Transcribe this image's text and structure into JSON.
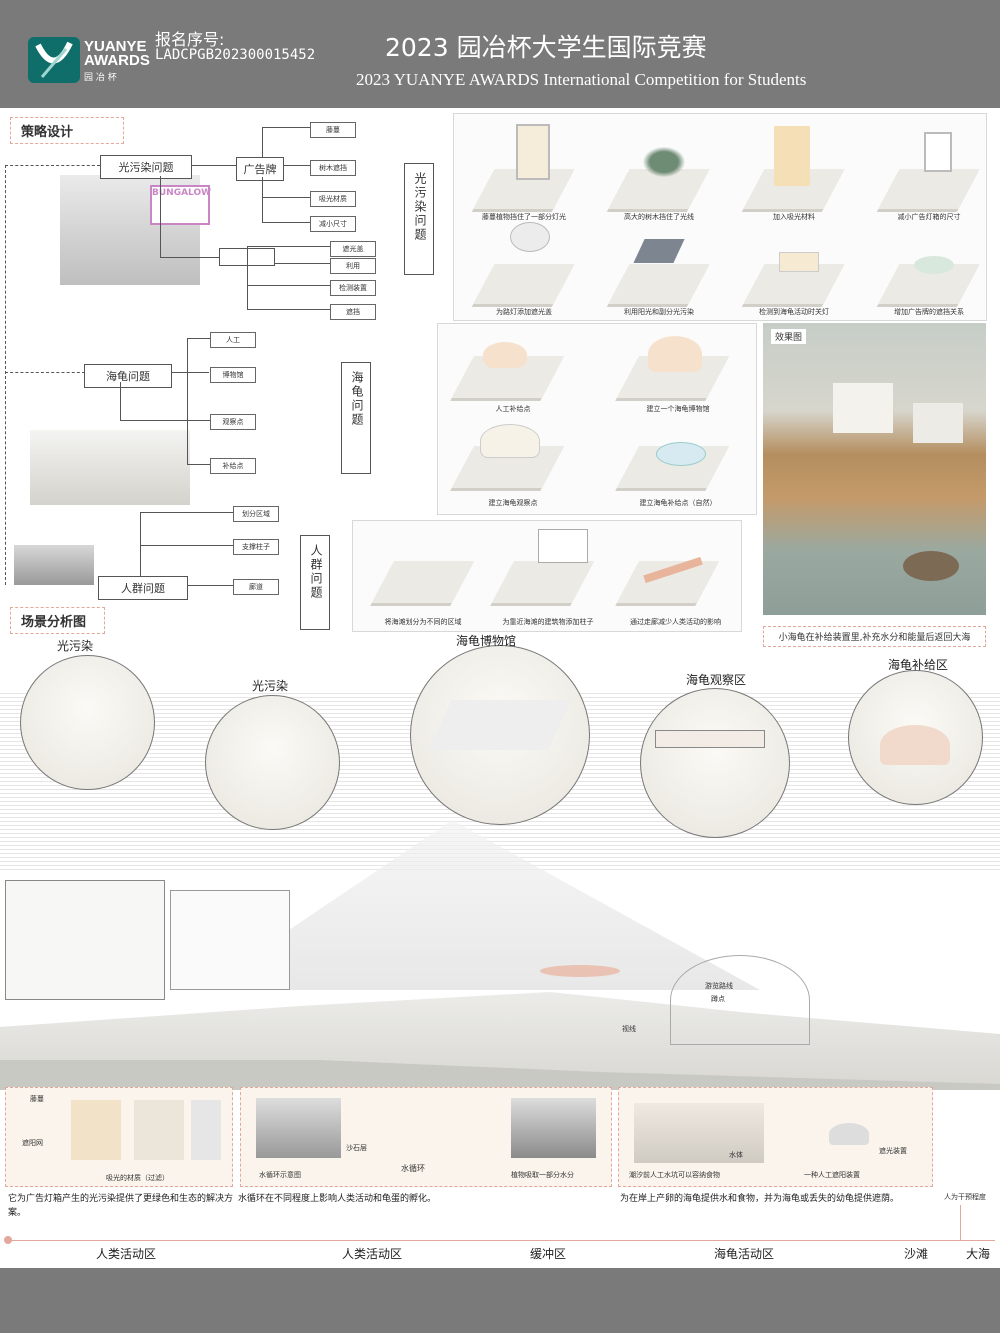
{
  "header": {
    "logo_text": "YUANYE\nAWARDS",
    "logo_sub": "园 冶 杯",
    "reg_label": "报名序号:",
    "reg_no": "LADCPGB202300015452",
    "title_cn": "2023 园冶杯大学生国际竞赛",
    "title_en": "2023 YUANYE AWARDS International Competition for  Students"
  },
  "strategy": {
    "section_label": "策略设计",
    "light": {
      "title": "光污染问题",
      "hub": "广告牌",
      "leaves": [
        "藤蔓",
        "树木遮挡",
        "吸光材质",
        "减小尺寸"
      ],
      "hub2": "",
      "leaves2": [
        "遮光盖",
        "利用",
        "检测装置",
        "遮挡"
      ]
    },
    "turtle": {
      "title": "海龟问题",
      "leaves": [
        "人工",
        "博物馆",
        "观察点",
        "补给点"
      ]
    },
    "crowd": {
      "title": "人群问题",
      "leaves": [
        "划分区域",
        "支撑柱子",
        "廊道"
      ]
    }
  },
  "panels": {
    "light_label": "光污染问题",
    "light_items": [
      "藤蔓植物挡住了一部分灯光",
      "高大的树木挡住了光线",
      "加入吸光材料",
      "减小广告灯箱的尺寸",
      "为路灯添加遮光盖",
      "利用阳光和副分光污染",
      "检测到海龟活动时关灯",
      "增加广告牌的遮挡关系"
    ],
    "turtle_label": "海龟问题",
    "turtle_items": [
      "人工补给点",
      "建立一个海龟博物馆",
      "建立海龟观察点",
      "建立海龟补给点（自然）"
    ],
    "crowd_label": "人群问题",
    "crowd_items": [
      "将海滩划分为不同的区域",
      "为靠近海滩的建筑物添加柱子",
      "通过走廊减少人类活动的影响"
    ],
    "render_label": "效果图",
    "render_caption": "小海龟在补给装置里,补充水分和能量后返回大海"
  },
  "scene": {
    "section_label": "场景分析图",
    "circles": [
      "光污染",
      "光污染",
      "海龟博物馆",
      "海龟观察区",
      "海龟补给区"
    ],
    "annotations": [
      "游览路线",
      "蹲点",
      "视线"
    ]
  },
  "bottom": {
    "left_tags": [
      "藤蔓",
      "遮阳网",
      "吸光的材质（过滤）"
    ],
    "left_desc": "它为广告灯箱产生的光污染提供了更绿色和生态的解决方案。",
    "mid_tags": [
      "水循环示意图",
      "水循环",
      "植物吸取一部分水分",
      "沙石层"
    ],
    "mid_desc": "水循环在不同程度上影响人类活动和龟蛋的孵化。",
    "right_tags": [
      "潮汐前人工水坑可以容纳食物",
      "水体",
      "一种人工遮阳装置",
      "遮光装置"
    ],
    "right_desc": "为在岸上产卵的海龟提供水和食物，并为海龟或丢失的幼龟提供遮荫。",
    "intervention_label": "人为干预程度"
  },
  "zones": [
    "人类活动区",
    "人类活动区",
    "缓冲区",
    "海龟活动区",
    "沙滩",
    "大海"
  ],
  "colors": {
    "bar": "#7a7a7a",
    "accent_pink": "#e4a79c",
    "logo": "#0f6e6a"
  }
}
